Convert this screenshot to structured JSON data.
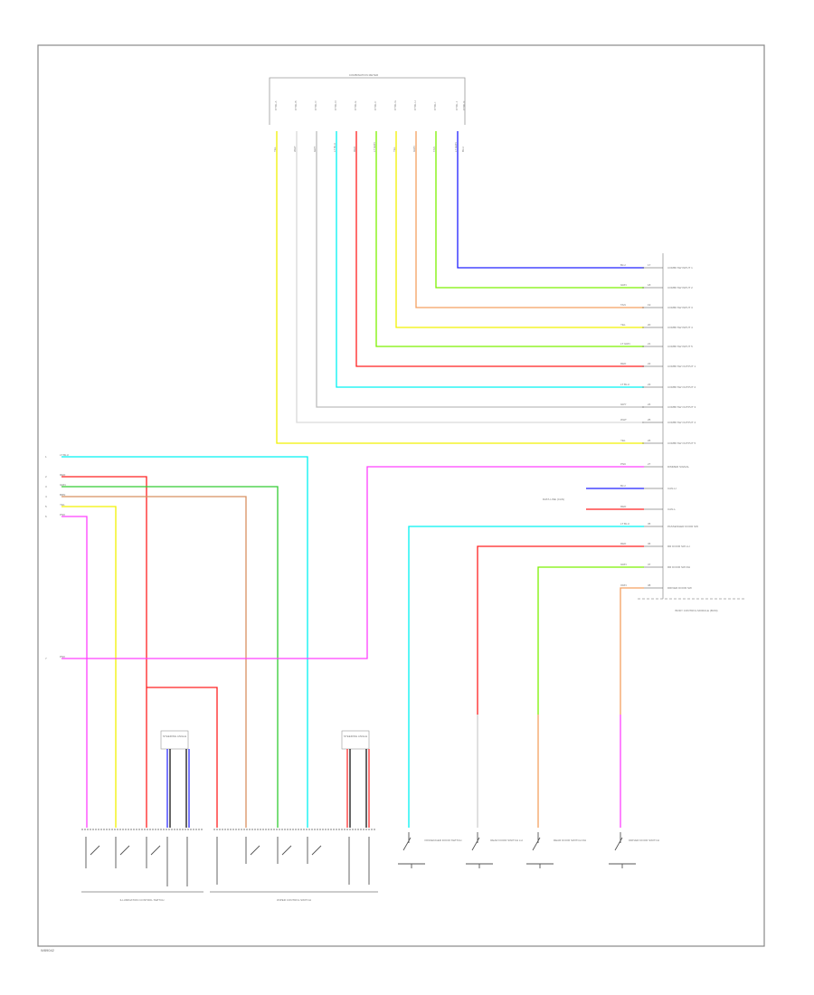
{
  "footer_code": "W89042",
  "connector_header": "COMBINATION METER",
  "top_pin_labels": [
    "CTRL A",
    "CTRL B",
    "CTRL C",
    "CTRL D",
    "CTRL E",
    "CTRL F",
    "CTRL G",
    "CTRL H",
    "CTRL I",
    "CTRL J",
    "CTRL K"
  ],
  "top_wire_codes": [
    "YEL",
    "WHT",
    "GRY",
    "LT BLU",
    "RED",
    "LT GRN",
    "YEL",
    "GRN",
    "TAN",
    "LT GRN",
    "BLU"
  ],
  "right_rows": [
    {
      "color_code": "BLU",
      "pin": "17",
      "label": "COMBI SW INPUT 1"
    },
    {
      "color_code": "GRN",
      "pin": "18",
      "label": "COMBI SW INPUT 2"
    },
    {
      "color_code": "TAN",
      "pin": "19",
      "label": "COMBI SW INPUT 3"
    },
    {
      "color_code": "YEL",
      "pin": "20",
      "label": "COMBI SW INPUT 4"
    },
    {
      "color_code": "LT GRN",
      "pin": "21",
      "label": "COMBI SW INPUT 5"
    },
    {
      "color_code": "RED",
      "pin": "22",
      "label": "COMBI SW OUTPUT 1"
    },
    {
      "color_code": "LT BLU",
      "pin": "23",
      "label": "COMBI SW OUTPUT 2"
    },
    {
      "color_code": "GRY",
      "pin": "24",
      "label": "COMBI SW OUTPUT 3"
    },
    {
      "color_code": "WHT",
      "pin": "25",
      "label": "COMBI SW OUTPUT 4"
    },
    {
      "color_code": "YEL",
      "pin": "26",
      "label": "COMBI SW OUTPUT 5"
    },
    {
      "color_code": "PNK",
      "pin": "27",
      "label": "DIMMER SIGNAL"
    },
    {
      "color_code": "BLU",
      "pin": "",
      "label": "CAN-H"
    },
    {
      "color_code": "RED",
      "pin": "",
      "label": "CAN-L"
    },
    {
      "color_code": "LT BLU",
      "pin": "35",
      "label": "PASSENGER DOOR SW"
    },
    {
      "color_code": "RED",
      "pin": "36",
      "label": "RR DOOR SW LH"
    },
    {
      "color_code": "GRN",
      "pin": "37",
      "label": "RR DOOR SW RH"
    },
    {
      "color_code": "ORN",
      "pin": "38",
      "label": "DRIVER DOOR SW"
    }
  ],
  "can_note": "DATA LINE (CAN)",
  "bcm_label": "BODY CONTROL MODULE (BCM)",
  "left_rows": [
    {
      "pin": "1",
      "color_code": "LT BLU"
    },
    {
      "pin": "2",
      "color_code": "RED"
    },
    {
      "pin": "3",
      "color_code": "GRN"
    },
    {
      "pin": "4",
      "color_code": "BRN"
    },
    {
      "pin": "5",
      "color_code": "YEL"
    },
    {
      "pin": "6",
      "color_code": "PNK"
    },
    {
      "pin": "7",
      "color_code": "PNK"
    }
  ],
  "connector_tags": {
    "a": "STEERING ANGLE",
    "b": "STEERING ANGLE"
  },
  "switch_labels": {
    "left": "ILLUMINATION CONTROL SWITCH",
    "right": "WIPER CONTROL SWITCH",
    "door1": "PASSENGER DOOR SWITCH",
    "door2": "REAR DOOR SWITCH LH",
    "door3": "REAR DOOR SWITCH RH",
    "door4": "DRIVER DOOR SWITCH"
  },
  "colors": {
    "yellow": "#f2f200",
    "white": "#d9d9d9",
    "gray": "#bdbdbd",
    "cyan": "#00f2f2",
    "red": "#ff2020",
    "lime": "#7cf000",
    "green": "#33cc33",
    "orange": "#f5a060",
    "blue": "#2020ff",
    "pink": "#ff40ff",
    "brown": "#d89060",
    "black": "#000000"
  }
}
